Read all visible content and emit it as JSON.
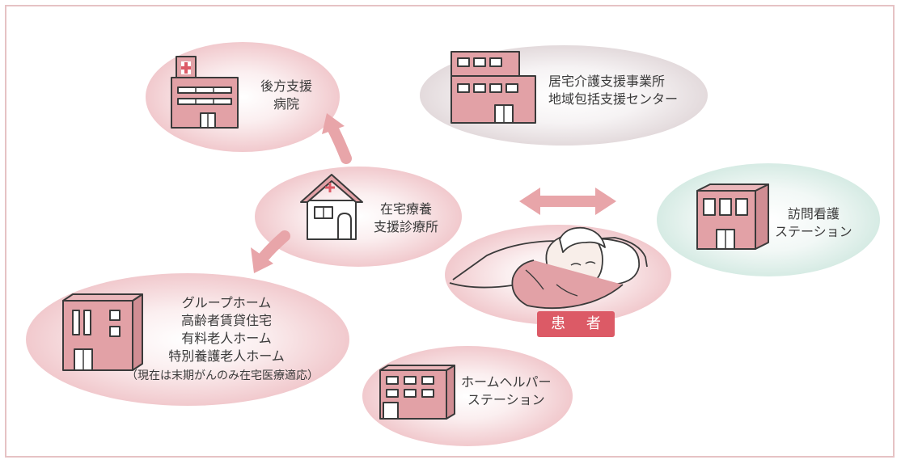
{
  "nodes": {
    "hospital": {
      "lines": [
        "後方支援",
        "病院"
      ]
    },
    "care_office": {
      "lines": [
        "居宅介護支援事業所",
        "地域包括支援センター"
      ]
    },
    "clinic": {
      "lines": [
        "在宅療養",
        "支援診療所"
      ]
    },
    "nursing_station": {
      "lines": [
        "訪問看護",
        "ステーション"
      ]
    },
    "facilities": {
      "lines": [
        "グループホーム",
        "高齢者賃貸住宅",
        "有料老人ホーム",
        "特別養護老人ホーム"
      ],
      "note": "（現在は末期がんのみ在宅医療適応）"
    },
    "helper_station": {
      "lines": [
        "ホームヘルパー",
        "ステーション"
      ]
    },
    "patient": {
      "label": "患 者"
    }
  },
  "colors": {
    "pink_ellipse": "#f7dfe1",
    "green_ellipse": "#e6f2ee",
    "building_fill": "#e2a1a6",
    "arrow": "#e8a5a9",
    "badge": "#dc5a66",
    "outline": "#3a3a3a"
  }
}
